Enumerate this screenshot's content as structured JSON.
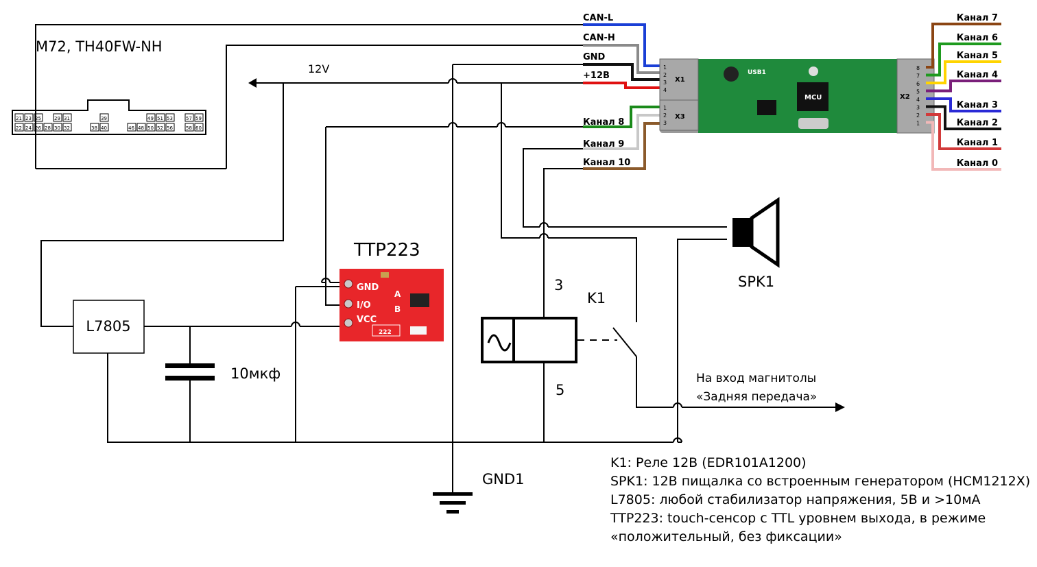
{
  "title": "M72, TH40FW-NH",
  "connector_pins_top": [
    "21",
    "23",
    "25",
    "29",
    "31",
    "39",
    "49",
    "51",
    "53",
    "57",
    "59"
  ],
  "connector_pins_bottom": [
    "22",
    "24",
    "26",
    "28",
    "30",
    "32",
    "38",
    "40",
    "46",
    "48",
    "50",
    "52",
    "56",
    "58",
    "60"
  ],
  "wires": {
    "can_l": "CAN-L",
    "can_h": "CAN-H",
    "gnd": "GND",
    "plus12": "+12В",
    "v12": "12V",
    "ch8": "Канал 8",
    "ch9": "Канал 9",
    "ch10": "Канал 10"
  },
  "right_channels": [
    "Канал 7",
    "Канал 6",
    "Канал 5",
    "Канал 4",
    "Канал 3",
    "Канал 2",
    "Канал 1",
    "Канал 0"
  ],
  "module": {
    "x1": "X1",
    "x2": "X2",
    "x3": "X3",
    "usb": "USB1",
    "mcu": "MCU",
    "x1_pins": [
      "1",
      "2",
      "3",
      "4"
    ],
    "x3_pins": [
      "1",
      "2",
      "3"
    ],
    "x2_pins": [
      "8",
      "7",
      "6",
      "5",
      "4",
      "3",
      "2",
      "1"
    ]
  },
  "ttp": {
    "title": "TTP223",
    "gnd": "GND",
    "io": "I/O",
    "vcc": "VCC",
    "a": "A",
    "b": "B",
    "chip": "222"
  },
  "reg": "L7805",
  "cap": "10мкф",
  "relay": {
    "name": "K1",
    "pin3": "3",
    "pin5": "5"
  },
  "speaker": "SPK1",
  "gnd": "GND1",
  "output_note": [
    "На вход магнитолы",
    "«Задняя передача»"
  ],
  "notes": [
    "K1: Реле 12В (EDR101A1200)",
    "SPK1: 12В пищалка со встроенным генератором (HCM1212X)",
    "L7805: любой стабилизатор напряжения, 5В и >10мА",
    "TTP223: touch-сенсор с TTL уровнем выхода, в режиме",
    "«положительный, без фиксации»"
  ],
  "colors": {
    "can_l": "#1a3fd6",
    "can_h": "#8a8a8a",
    "gnd": "#111111",
    "plus12": "#e01010",
    "ch8": "#1a8a1a",
    "ch9": "#c8c8c8",
    "ch10": "#8b5a2b",
    "ch7": "#8b4513",
    "ch6": "#1e9a1e",
    "ch5": "#ffd400",
    "ch4": "#7a1f7a",
    "ch3": "#2a2ad6",
    "ch2": "#111111",
    "ch1": "#d23a3a",
    "ch0": "#f2b8b8",
    "pcb": "#1f8a3c",
    "ttp": "#e8262a"
  }
}
